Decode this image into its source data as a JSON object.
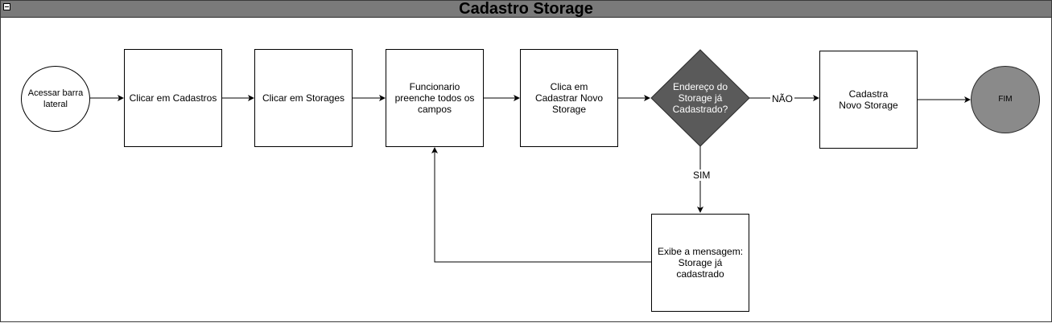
{
  "diagram": {
    "title": "Cadastro Storage",
    "nodes": {
      "start": "Acessar barra lateral",
      "step1": "Clicar em Cadastros",
      "step2": "Clicar em Storages",
      "step3": "Funcionario preenche todos os campos",
      "step4": "Clica em Cadastrar Novo Storage",
      "decision": "Endereço do Storage já Cadastrado?",
      "step5": "Cadastra Novo Storage",
      "end": "FIM",
      "message": "Exibe a mensagem: Storage já cadastrado"
    },
    "edges": {
      "no_label": "NÃO",
      "yes_label": "SIM"
    },
    "colors": {
      "decision_fill": "#5a5a5a",
      "end_fill": "#8a8a8a",
      "titlebar": "#7a7a7a"
    }
  }
}
